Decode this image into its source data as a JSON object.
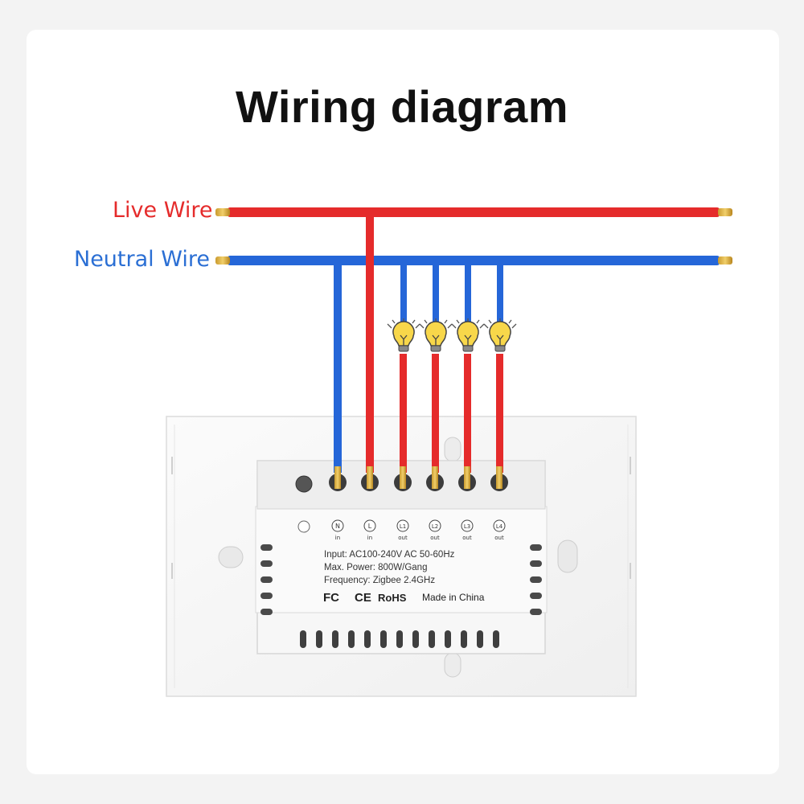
{
  "title": "Wiring diagram",
  "wires": {
    "live_label": "Live Wire",
    "neutral_label": "Neutral Wire"
  },
  "colors": {
    "live": "#e52b2b",
    "neutral": "#2566d8",
    "live_label": "#e52b2b",
    "neutral_label": "#2b6fd4",
    "bulb": "#f8d74a"
  },
  "terminals": [
    {
      "symbol": "N",
      "sub": "in"
    },
    {
      "symbol": "L",
      "sub": "in"
    },
    {
      "symbol": "L1",
      "sub": "out"
    },
    {
      "symbol": "L2",
      "sub": "out"
    },
    {
      "symbol": "L3",
      "sub": "out"
    },
    {
      "symbol": "L4",
      "sub": "out"
    }
  ],
  "specs": {
    "input": "Input: AC100-240V AC 50-60Hz",
    "power": "Max. Power: 800W/Gang",
    "frequency": "Frequency: Zigbee 2.4GHz"
  },
  "certs": {
    "fc": "FC",
    "ce": "CE",
    "rohs": "RoHS",
    "made_in": "Made in China"
  },
  "icons": [
    "bulb-icon",
    "bulb-icon",
    "bulb-icon",
    "bulb-icon"
  ]
}
